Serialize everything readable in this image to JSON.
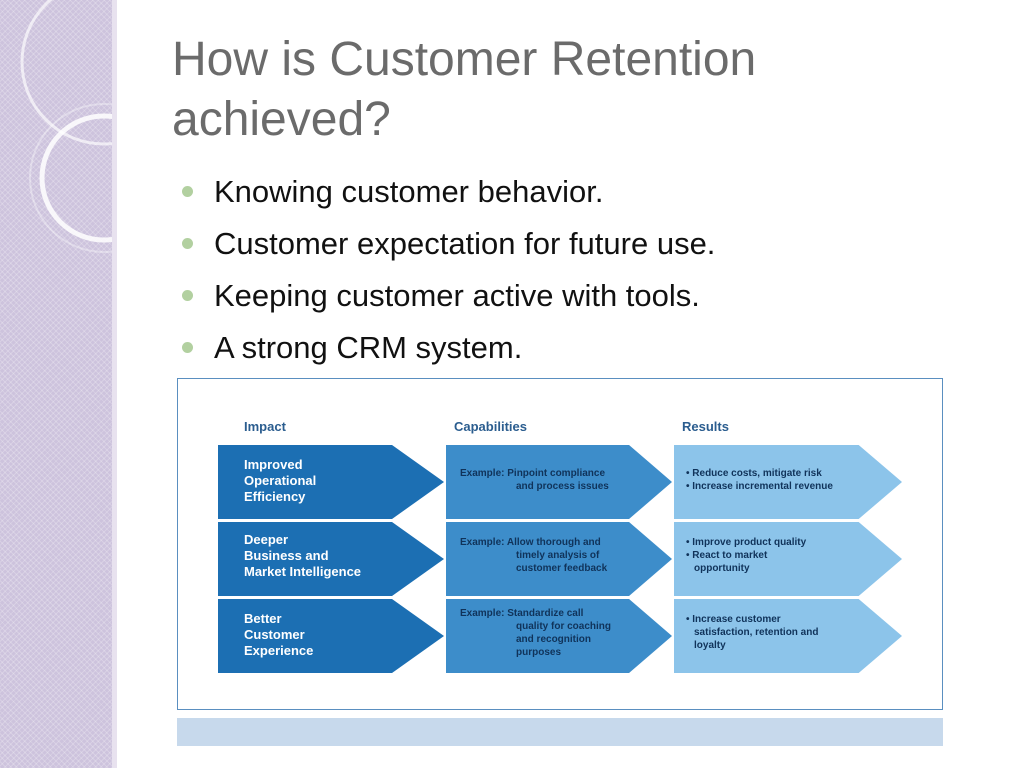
{
  "slide": {
    "title": "How is Customer Retention achieved?",
    "bullets": [
      "Knowing customer behavior.",
      "Customer expectation for future use.",
      "Keeping customer active with tools.",
      "A strong CRM system."
    ]
  },
  "colors": {
    "side_band": "#cdc3dd",
    "title": "#6b6b6b",
    "bullet_dot": "#b2d0a0",
    "impact_chevron": "#1c6fb3",
    "capability_chevron": "#3d8dca",
    "result_chevron": "#8cc4ea"
  },
  "diagram": {
    "headers": {
      "impact": "Impact",
      "capabilities": "Capabilities",
      "results": "Results"
    },
    "rows": [
      {
        "impact": [
          "Improved",
          "Operational",
          "Efficiency"
        ],
        "capability": [
          "Example: Pinpoint compliance",
          "and process issues"
        ],
        "results": [
          "• Reduce costs, mitigate risk",
          "• Increase incremental revenue"
        ]
      },
      {
        "impact": [
          "Deeper",
          "Business and",
          "Market Intelligence"
        ],
        "capability": [
          "Example: Allow thorough and",
          "timely analysis of",
          "customer feedback"
        ],
        "results": [
          "• Improve product quality",
          "• React to market",
          "opportunity"
        ]
      },
      {
        "impact": [
          "Better",
          "Customer",
          "Experience"
        ],
        "capability": [
          "Example: Standardize call",
          "quality for coaching",
          "and recognition",
          "purposes"
        ],
        "results": [
          "• Increase customer",
          "satisfaction, retention and",
          "loyalty"
        ]
      }
    ]
  }
}
